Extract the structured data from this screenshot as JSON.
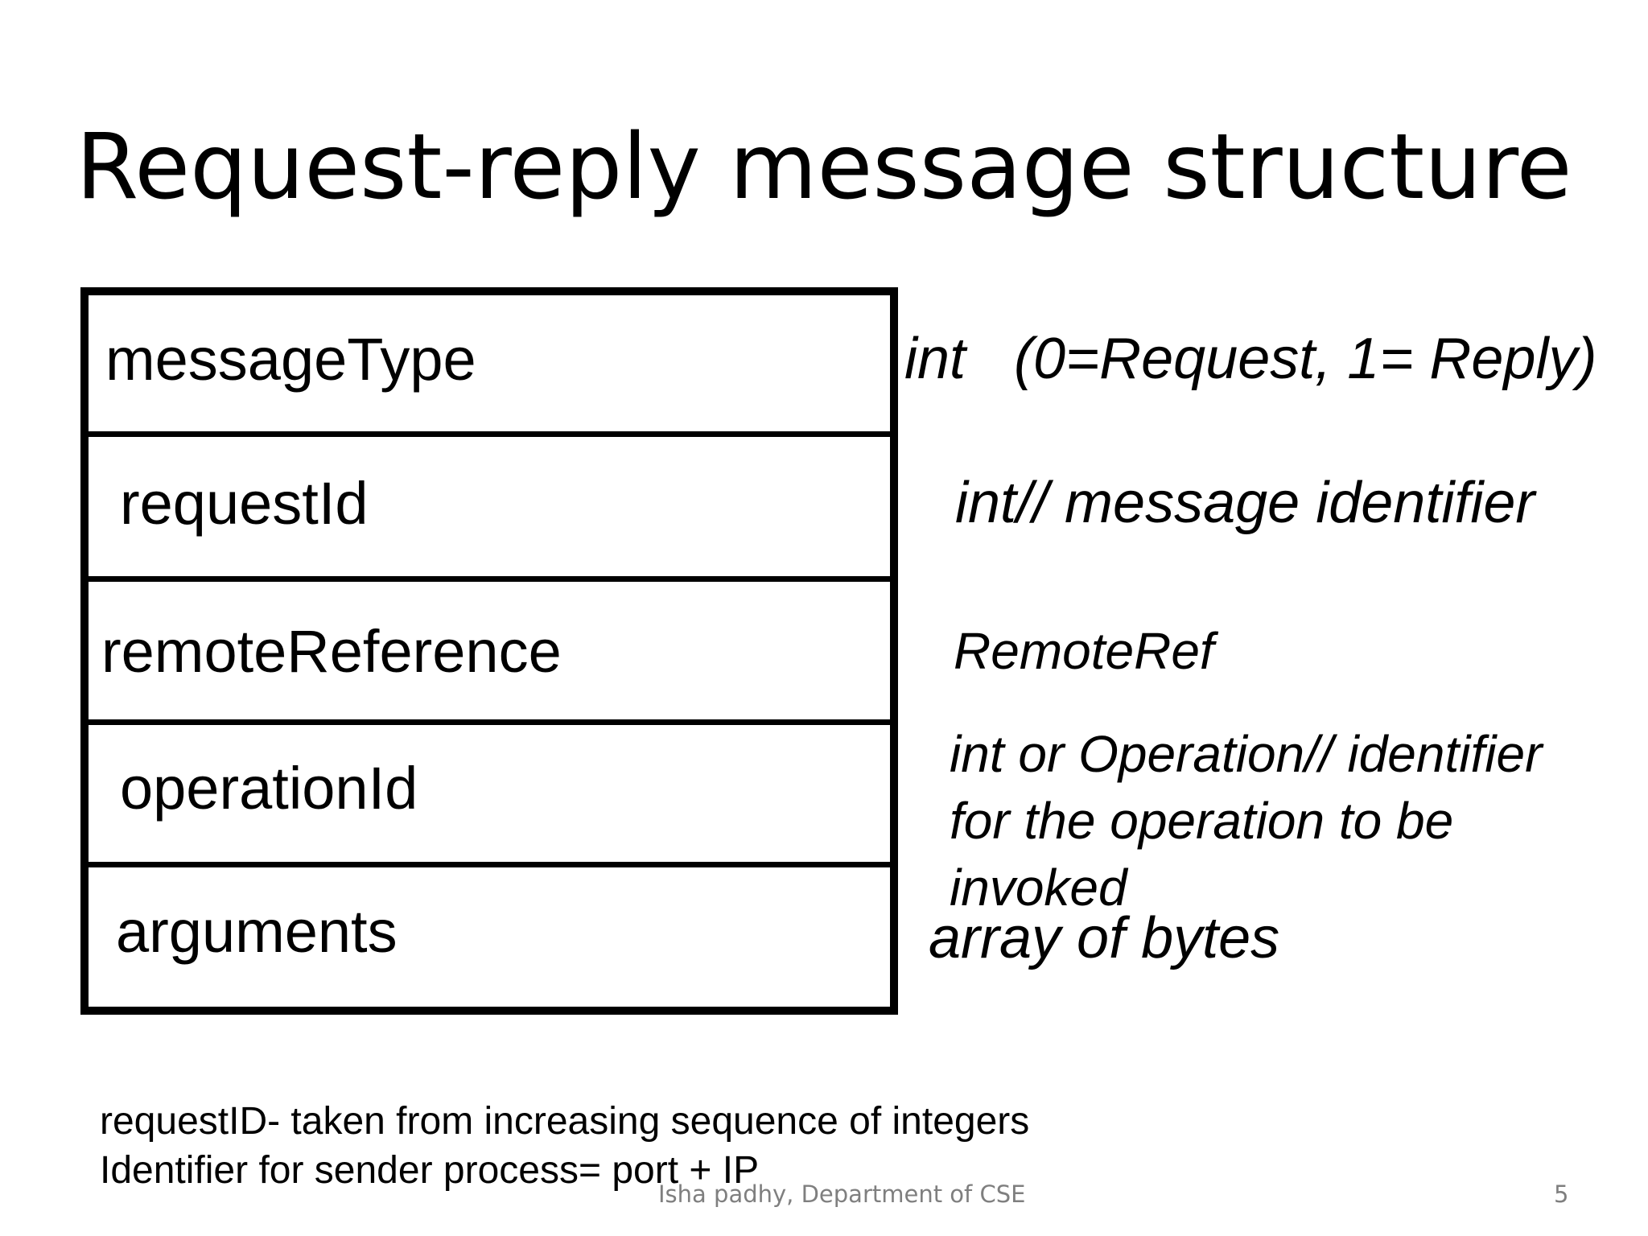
{
  "slide": {
    "title": "Request-reply message structure",
    "fields": [
      {
        "name": "messageType",
        "description": "int   (0=Request, 1= Reply)"
      },
      {
        "name": "requestId",
        "description": "int// message identifier"
      },
      {
        "name": "remoteReference",
        "description": "RemoteRef"
      },
      {
        "name": "operationId",
        "description": [
          "int or Operation// identifier",
          "for the operation to be",
          "invoked"
        ]
      },
      {
        "name": "arguments",
        "description": "array of bytes"
      }
    ],
    "notes": [
      "requestID- taken from increasing sequence of integers",
      "Identifier for sender process= port + IP"
    ],
    "footer": {
      "author": "Isha padhy, Department of CSE",
      "page_number": "5"
    }
  }
}
